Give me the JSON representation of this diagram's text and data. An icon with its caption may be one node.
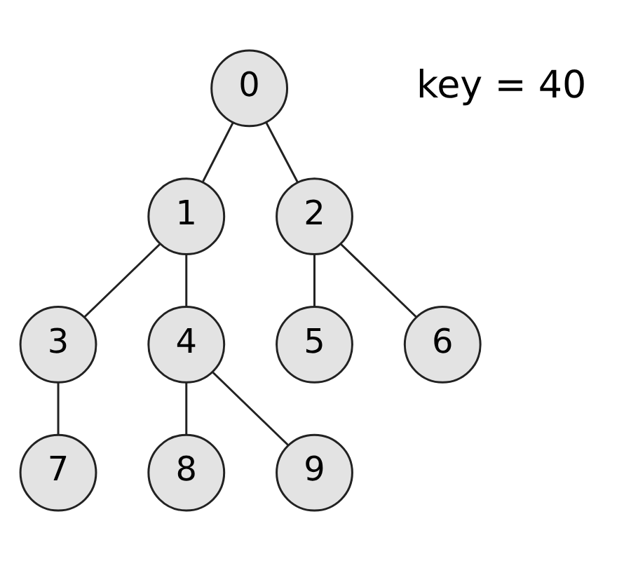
{
  "diagram": {
    "nodes": [
      {
        "text": [
          "0"
        ]
      },
      {
        "text": [
          "1"
        ]
      },
      {
        "text": [
          "2"
        ]
      },
      {
        "text": [
          "3"
        ]
      },
      {
        "text": [
          "4"
        ]
      },
      {
        "text": [
          "5"
        ]
      },
      {
        "text": [
          "6"
        ]
      },
      {
        "text": [
          "7"
        ]
      },
      {
        "text": [
          "8"
        ]
      },
      {
        "text": [
          "9"
        ]
      }
    ],
    "edges": [
      {
        "from": 0,
        "to": 1,
        "arrow": "none"
      },
      {
        "from": 0,
        "to": 2,
        "arrow": "none"
      },
      {
        "from": 1,
        "to": 3,
        "arrow": "none"
      },
      {
        "from": 1,
        "to": 4,
        "arrow": "none"
      },
      {
        "from": 2,
        "to": 5,
        "arrow": "none"
      },
      {
        "from": 2,
        "to": 6,
        "arrow": "none"
      },
      {
        "from": 3,
        "to": 7,
        "arrow": "none"
      },
      {
        "from": 4,
        "to": 8,
        "arrow": "none"
      },
      {
        "from": 4,
        "to": 9,
        "arrow": "none"
      }
    ],
    "labels": [
      "key = 40"
    ]
  }
}
